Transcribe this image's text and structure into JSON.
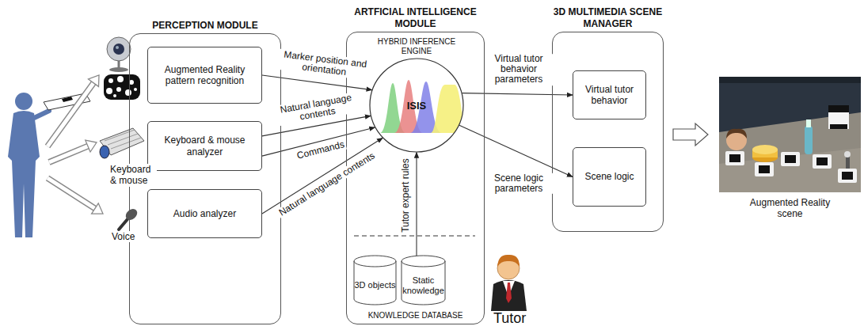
{
  "diagram": {
    "nodes": [
      {
        "text": [
          "PERCEPTION MODULE"
        ]
      },
      {
        "text": [
          "Augmented Reality pattern recognition"
        ],
        "in": 0
      },
      {
        "text": [
          "Keyboard & mouse analyzer"
        ],
        "in": 0
      },
      {
        "text": [
          "Audio analyzer"
        ],
        "in": 0
      },
      {
        "text": [
          "ARTFICIAL INTELLIGENCE MODULE",
          "KNOWLEDGE DATABASE"
        ]
      },
      {
        "text": [
          "HYBRID INFERENCE ENGINE",
          "ISIS"
        ],
        "in": 4
      },
      {
        "text": [
          "3D objects"
        ],
        "in": 4
      },
      {
        "text": [
          "Static knowledge"
        ],
        "in": 4
      },
      {
        "text": [
          "3D MULTIMEDIA SCENE MANAGER"
        ]
      },
      {
        "text": [
          "Virtual tutor behavior"
        ],
        "in": 8
      },
      {
        "text": [
          "Scene logic"
        ],
        "in": 8
      },
      {
        "text": [
          "Augmented Reality scene"
        ]
      }
    ],
    "edges": [
      {
        "from": 1,
        "to": 5,
        "label": "Marker position and orientation",
        "arrow": "to"
      },
      {
        "from": 2,
        "to": 5,
        "label": "Natural language contents",
        "arrow": "to"
      },
      {
        "from": 2,
        "to": 5,
        "label": "Commands",
        "arrow": "to"
      },
      {
        "from": 3,
        "to": 5,
        "label": "Natural language contents",
        "arrow": "to"
      },
      {
        "from": 7,
        "to": 5,
        "label": "Tutor expert rules",
        "arrow": "to"
      },
      {
        "from": 5,
        "to": 9,
        "label": "Virtual tutor behavior parameters",
        "arrow": "to"
      },
      {
        "from": 5,
        "to": 10,
        "label": "Scene logic parameters",
        "arrow": "to"
      },
      {
        "from": 8,
        "to": 11,
        "arrow": "to"
      }
    ],
    "labels": [
      "Keyboard & mouse",
      "Voice",
      "Tutor"
    ]
  }
}
